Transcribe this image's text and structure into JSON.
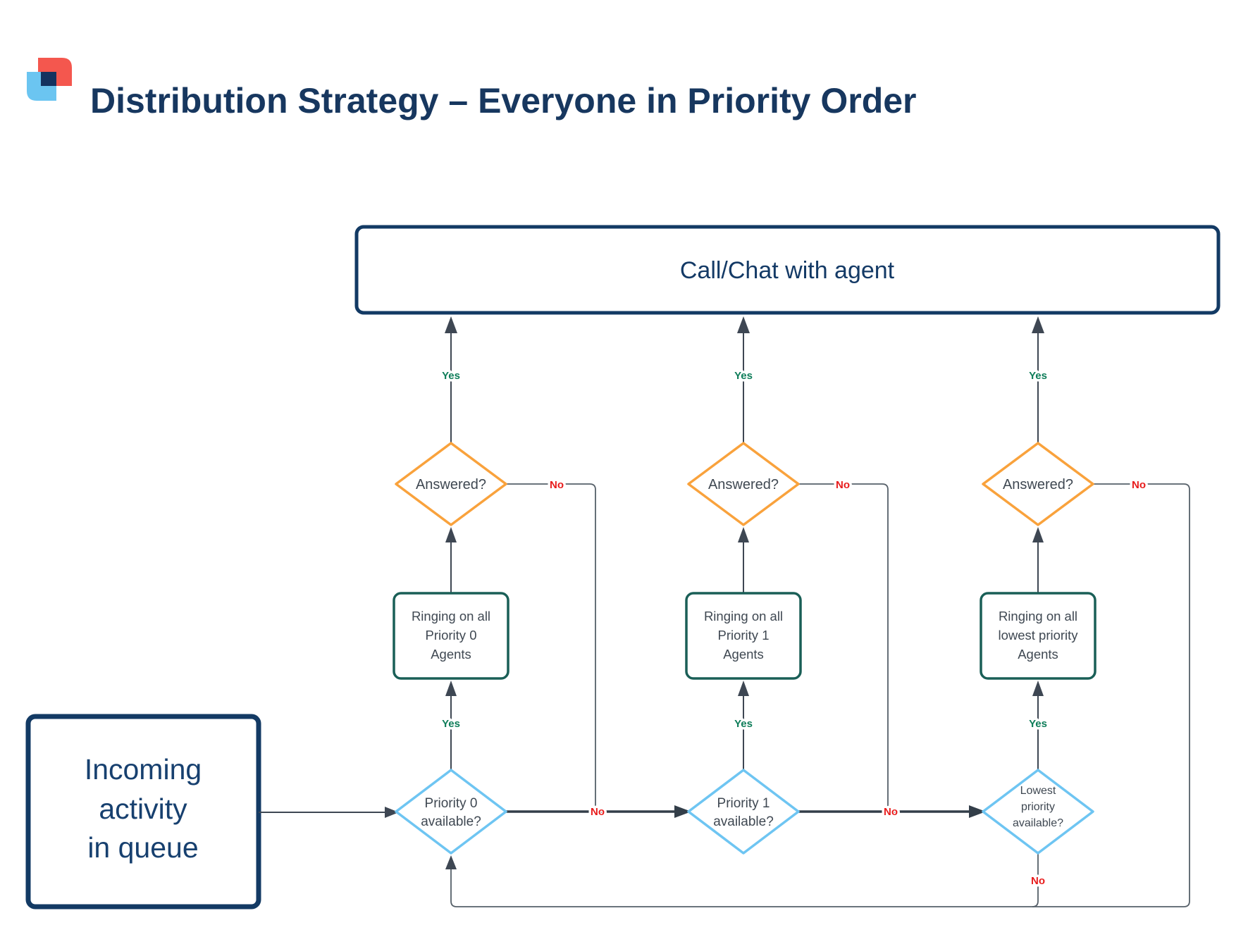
{
  "header": {
    "title": "Distribution Strategy – Everyone in Priority Order"
  },
  "labels": {
    "yes": "Yes",
    "no": "No"
  },
  "nodes": {
    "call_chat": {
      "label": "Call/Chat with agent"
    },
    "incoming": {
      "line1": "Incoming",
      "line2": "activity",
      "line3": "in queue"
    },
    "columns": [
      {
        "answered": "Answered?",
        "ring1": "Ringing on all",
        "ring2": "Priority 0",
        "ring3": "Agents",
        "avail1": "Priority 0",
        "avail2": "available?"
      },
      {
        "answered": "Answered?",
        "ring1": "Ringing on all",
        "ring2": "Priority 1",
        "ring3": "Agents",
        "avail1": "Priority 1",
        "avail2": "available?"
      },
      {
        "answered": "Answered?",
        "ring1": "Ringing on all",
        "ring2": "lowest priority",
        "ring3": "Agents",
        "avail1": "Lowest",
        "avail2": "priority",
        "avail3": "available?"
      }
    ]
  },
  "colors": {
    "navy": "#133A64",
    "title_navy": "#17375F",
    "orange": "#F9A23C",
    "light_blue": "#6EC5F2",
    "teal": "#1A5F57",
    "yes_green": "#0E7D59",
    "no_red": "#E81C1C",
    "line_gray": "#3E4753",
    "logo_red": "#F4574E",
    "logo_blue": "#6BC5F1"
  }
}
